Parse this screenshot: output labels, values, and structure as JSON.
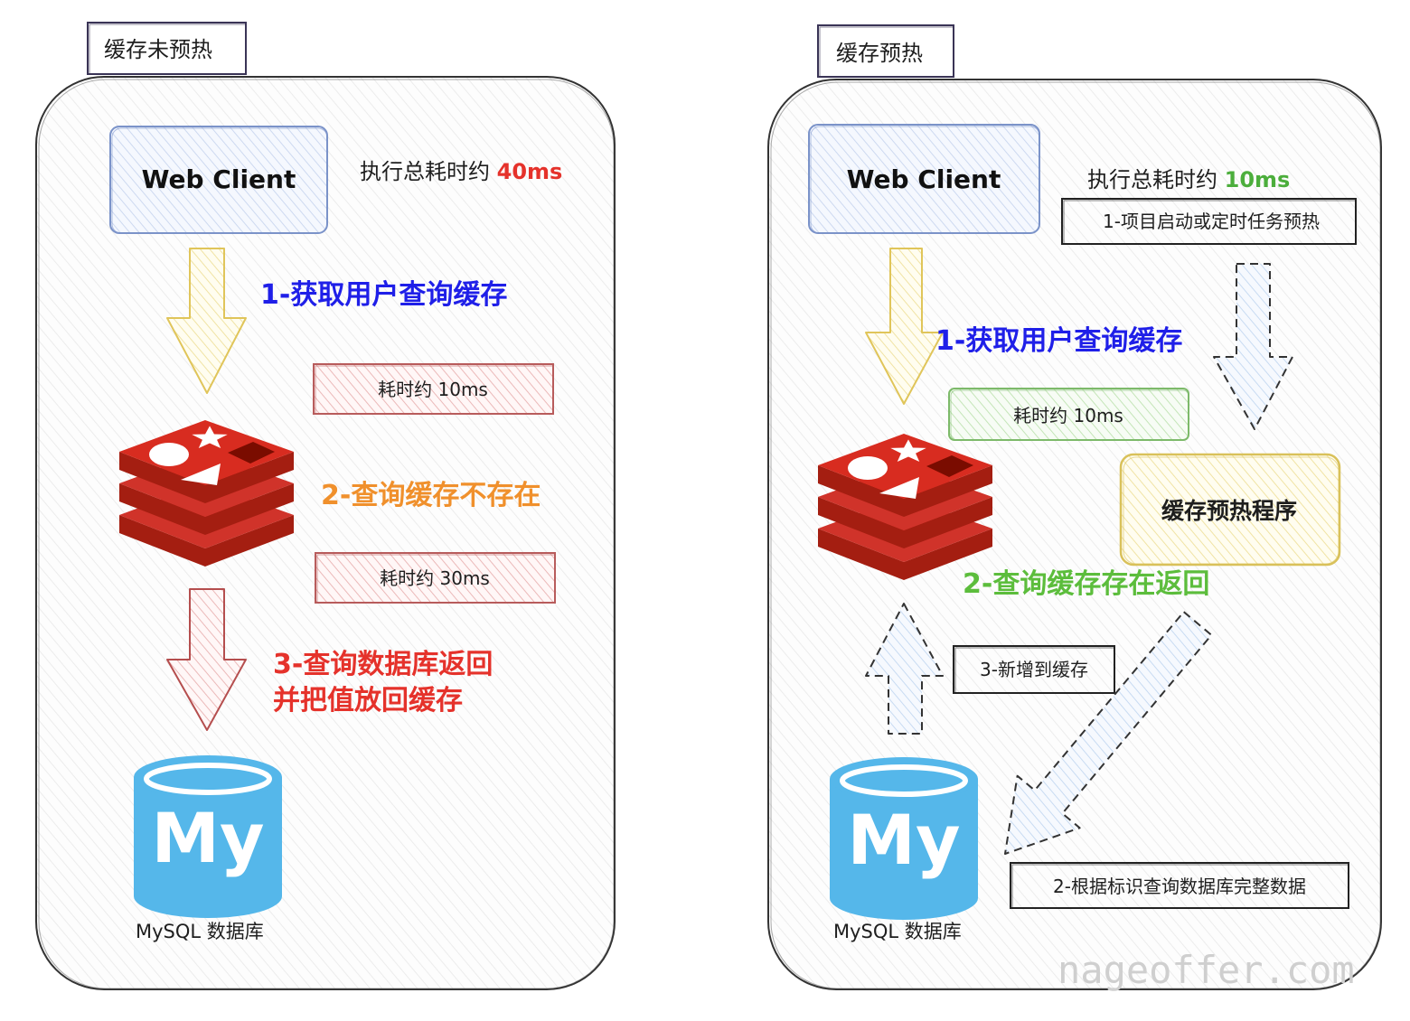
{
  "left": {
    "tag": "缓存未预热",
    "client": "Web Client",
    "total_prefix": "执行总耗时约 ",
    "total_value": "40ms",
    "step1": "1-获取用户查询缓存",
    "time1": "耗时约 10ms",
    "step2": "2-查询缓存不存在",
    "time2": "耗时约 30ms",
    "step3_line1": "3-查询数据库返回",
    "step3_line2": "并把值放回缓存",
    "db_logo": "My",
    "db_label": "MySQL 数据库"
  },
  "right": {
    "tag": "缓存预热",
    "client": "Web Client",
    "total_prefix": "执行总耗时约 ",
    "total_value": "10ms",
    "warmup_trigger": "1-项目启动或定时任务预热",
    "step1": "1-获取用户查询缓存",
    "time1": "耗时约 10ms",
    "warmup_program": "缓存预热程序",
    "step2": "2-查询缓存存在返回",
    "add_to_cache": "3-新增到缓存",
    "query_db": "2-根据标识查询数据库完整数据",
    "db_logo": "My",
    "db_label": "MySQL 数据库"
  },
  "watermark": "nageoffer.com",
  "colors": {
    "step_blue": "#1f1fe8",
    "step_orange": "#f0902c",
    "step_red": "#e5322b",
    "step_green": "#5cbd3c",
    "time_red": "#e5322b",
    "time_green": "#4cae3c",
    "redis": "#c6302b",
    "mysql": "#55b7ea"
  },
  "icons": {
    "cache": "redis-icon",
    "database": "mysql-icon"
  }
}
